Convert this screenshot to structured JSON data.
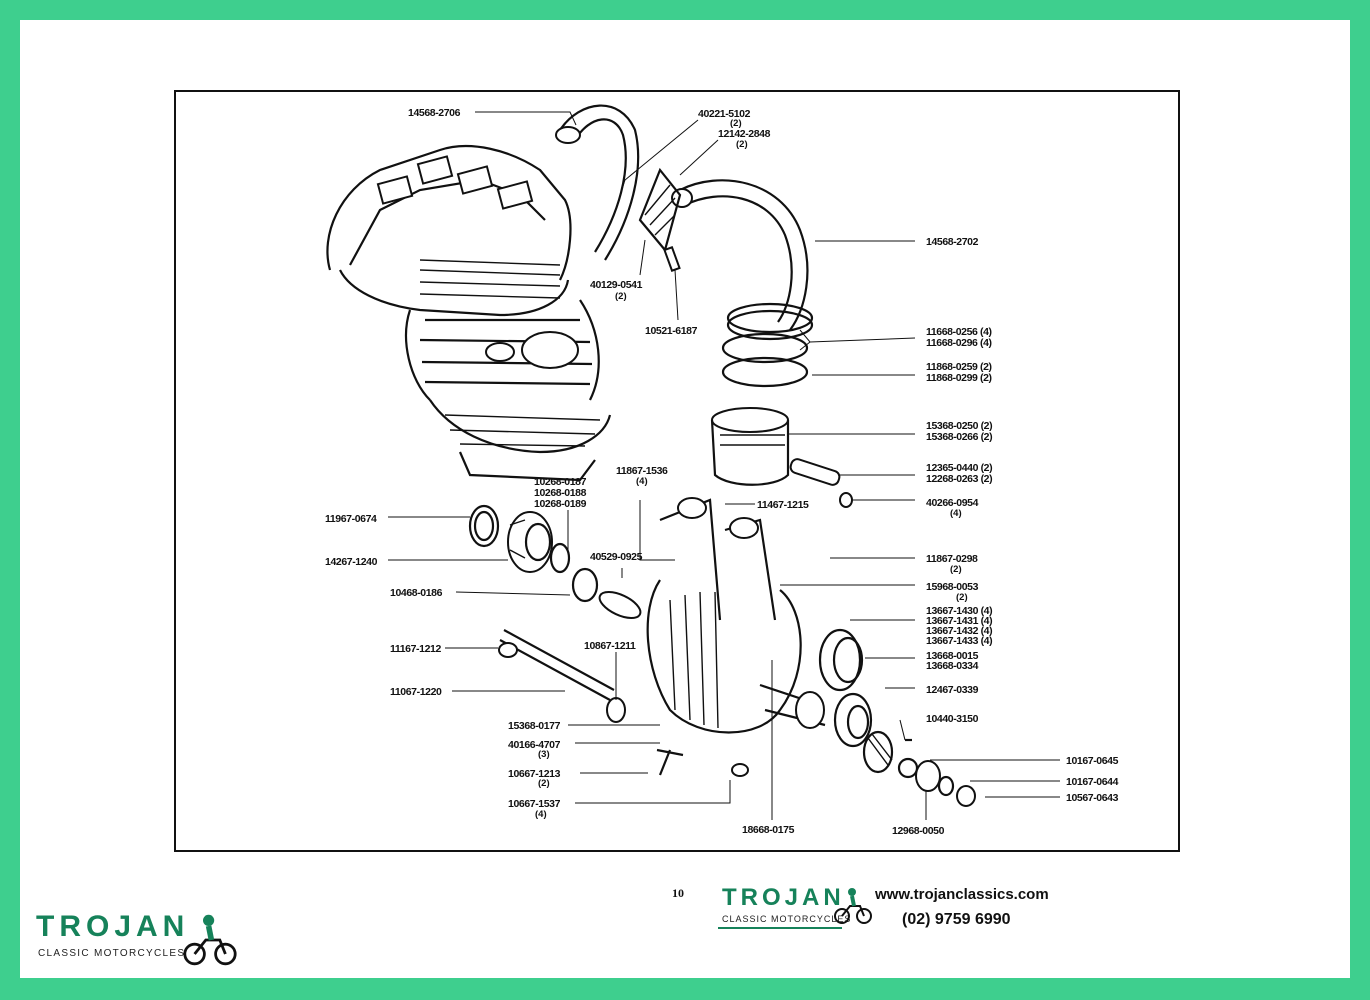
{
  "page_number": "10",
  "brand": {
    "name": "TROJAN",
    "tagline": "CLASSIC MOTORCYCLES",
    "url": "www.trojanclassics.com",
    "phone": "(02) 9759 6990",
    "color": "#16825a"
  },
  "colors": {
    "border": "#3ecf8e",
    "ink": "#111111",
    "paper": "#ffffff"
  },
  "icons": [
    "motorcycle-rider-icon"
  ],
  "labels": {
    "p14568_2706": "14568-2706",
    "p40221_5102": "40221-5102",
    "p40221_5102_qty": "(2)",
    "p12142_2848": "12142-2848",
    "p12142_2848_qty": "(2)",
    "p14568_2702": "14568-2702",
    "p40129_0541": "40129-0541",
    "p40129_0541_qty": "(2)",
    "p10521_6187": "10521-6187",
    "p11668_0256": "11668-0256 (4)",
    "p11668_0296": "11668-0296 (4)",
    "p11868_0259": "11868-0259 (2)",
    "p11868_0299": "11868-0299 (2)",
    "p15368_0250": "15368-0250 (2)",
    "p15368_0266": "15368-0266 (2)",
    "p12365_0440": "12365-0440 (2)",
    "p12268_0263": "12268-0263 (2)",
    "p11867_1536": "11867-1536",
    "p11867_1536_qty": "(4)",
    "p10268_0187": "10268-0187",
    "p10268_0188": "10268-0188",
    "p10268_0189": "10268-0189",
    "p11467_1215": "11467-1215",
    "p40266_0954": "40266-0954",
    "p40266_0954_qty": "(4)",
    "p11967_0674": "11967-0674",
    "p14267_1240": "14267-1240",
    "p40529_0925": "40529-0925",
    "p11867_0298": "11867-0298",
    "p11867_0298_qty": "(2)",
    "p10468_0186": "10468-0186",
    "p15968_0053": "15968-0053",
    "p15968_0053_qty": "(2)",
    "p13667_1430": "13667-1430 (4)",
    "p13667_1431": "13667-1431 (4)",
    "p13667_1432": "13667-1432 (4)",
    "p13667_1433": "13667-1433 (4)",
    "p11167_1212": "11167-1212",
    "p10867_1211": "10867-1211",
    "p13668_0015": "13668-0015",
    "p13668_0334": "13668-0334",
    "p11067_1220": "11067-1220",
    "p12467_0339": "12467-0339",
    "p15368_0177": "15368-0177",
    "p10440_3150": "10440-3150",
    "p40166_4707": "40166-4707",
    "p40166_4707_qty": "(3)",
    "p10167_0645": "10167-0645",
    "p10667_1213": "10667-1213",
    "p10667_1213_qty": "(2)",
    "p10167_0644": "10167-0644",
    "p10567_0643": "10567-0643",
    "p10667_1537": "10667-1537",
    "p10667_1537_qty": "(4)",
    "p18668_0175": "18668-0175",
    "p12968_0050": "12968-0050"
  }
}
